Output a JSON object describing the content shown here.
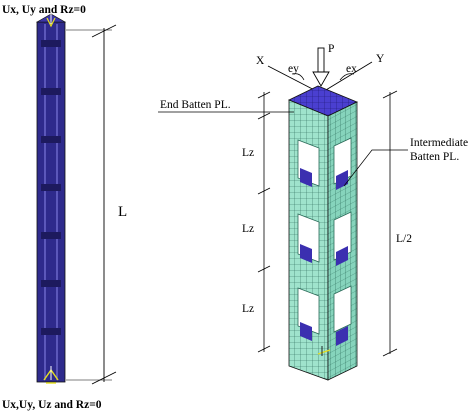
{
  "figure": {
    "left_column": {
      "top_support_label": "Ux, Uy and Rz=0",
      "bottom_support_label": "Ux,Uy, Uz and Rz=0",
      "length_label": "L"
    },
    "right_column": {
      "load_label": "P",
      "x_axis_label": "X",
      "y_axis_label": "Y",
      "ey_label": "ey",
      "ex_label": "ex",
      "end_batten_label": "End Batten PL.",
      "intermediate_batten_label_line1": "Intermediate",
      "intermediate_batten_label_line2": "Batten PL.",
      "spacing_labels": [
        "Lz",
        "Lz",
        "Lz"
      ],
      "half_length_label": "L/2"
    },
    "colors": {
      "mesh_green": "#9fe3cc",
      "mesh_line": "#2a6a58",
      "column_blue": "#2e2a8c",
      "batten_blue": "#3b2fb0",
      "line": "#000000"
    }
  }
}
